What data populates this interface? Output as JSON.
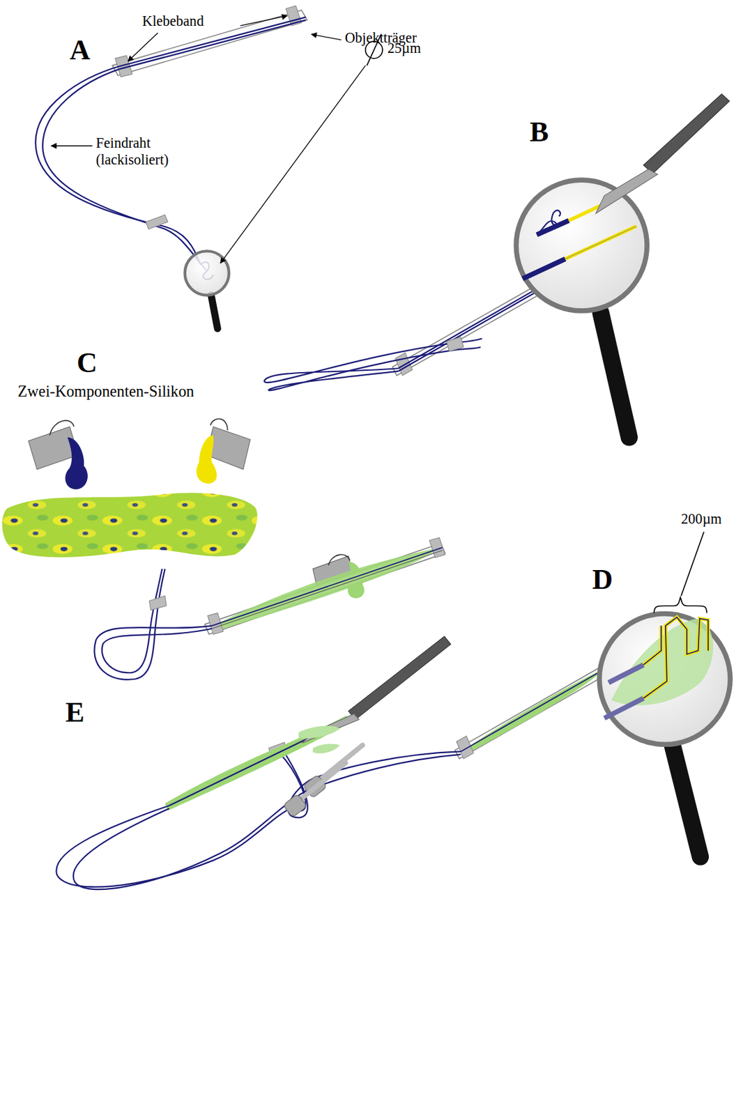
{
  "diagram": {
    "labels": [
      "A",
      "Klebeband",
      "Objektträger",
      "Feindraht (lackisoliert)",
      "25µm",
      "B",
      "C",
      "Zwei-Komponenten-Silikon",
      "200µm",
      "D",
      "E"
    ]
  }
}
